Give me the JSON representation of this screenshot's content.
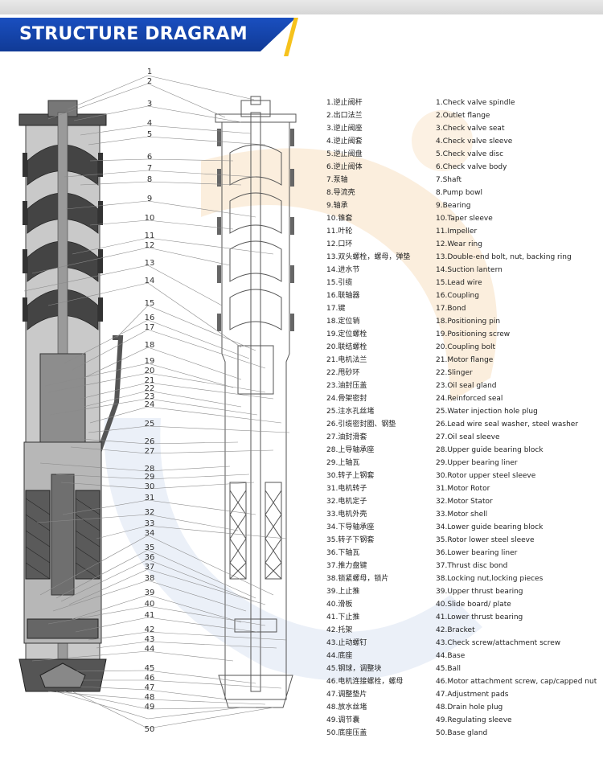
{
  "banner": {
    "title": "STRUCTURE DRAGRAM"
  },
  "callout_numbers": [
    "1",
    "2",
    "3",
    "4",
    "5",
    "6",
    "7",
    "8",
    "9",
    "10",
    "11",
    "12",
    "13",
    "14",
    "15",
    "16",
    "17",
    "18",
    "19",
    "20",
    "21",
    "22",
    "23",
    "24",
    "25",
    "26",
    "27",
    "28",
    "29",
    "30",
    "31",
    "32",
    "33",
    "34",
    "35",
    "36",
    "37",
    "38",
    "39",
    "40",
    "41",
    "42",
    "43",
    "44",
    "45",
    "46",
    "47",
    "48",
    "49",
    "50"
  ],
  "parts": [
    {
      "zh": "1.逆止阀杆",
      "en": "1.Check valve spindle"
    },
    {
      "zh": "2.出口法兰",
      "en": "2.Outlet flange"
    },
    {
      "zh": "3.逆止阀座",
      "en": "3.Check valve seat"
    },
    {
      "zh": "4.逆止阀套",
      "en": "4.Check valve sleeve"
    },
    {
      "zh": "5.逆止阀盘",
      "en": "5.Check valve disc"
    },
    {
      "zh": "6.逆止阀体",
      "en": "6.Check valve body"
    },
    {
      "zh": "7.泵轴",
      "en": "7.Shaft"
    },
    {
      "zh": "8.导流壳",
      "en": "8.Pump bowl"
    },
    {
      "zh": "9.轴承",
      "en": "9.Bearing"
    },
    {
      "zh": "10.锥套",
      "en": "10.Taper sleeve"
    },
    {
      "zh": "11.叶轮",
      "en": "11.Impeller"
    },
    {
      "zh": "12.口环",
      "en": "12.Wear ring"
    },
    {
      "zh": "13.双头螺栓，螺母，弹垫",
      "en": "13.Double-end bolt, nut, backing ring"
    },
    {
      "zh": "14.进水节",
      "en": "14.Suction lantern"
    },
    {
      "zh": "15.引缆",
      "en": "15.Lead wire"
    },
    {
      "zh": "16.联轴器",
      "en": "16.Coupling"
    },
    {
      "zh": "17.键",
      "en": "17.Bond"
    },
    {
      "zh": "18.定位销",
      "en": "18.Positioning pin"
    },
    {
      "zh": "19.定位螺栓",
      "en": "19.Positioning screw"
    },
    {
      "zh": "20.联结螺栓",
      "en": "20.Coupling bolt"
    },
    {
      "zh": "21.电机法兰",
      "en": "21.Motor flange"
    },
    {
      "zh": "22.甩砂环",
      "en": "22.Slinger"
    },
    {
      "zh": "23.油封压盖",
      "en": "23.Oil seal gland"
    },
    {
      "zh": "24.骨架密封",
      "en": "24.Reinforced seal"
    },
    {
      "zh": "25.注水孔丝堵",
      "en": "25.Water injection hole plug"
    },
    {
      "zh": "26.引缆密封圈、钢垫",
      "en": "26.Lead wire seal washer, steel washer"
    },
    {
      "zh": "27.油封滑套",
      "en": "27.Oil seal sleeve"
    },
    {
      "zh": "28.上导轴承座",
      "en": "28.Upper guide bearing block"
    },
    {
      "zh": "29.上轴瓦",
      "en": "29.Upper bearing liner"
    },
    {
      "zh": "30.转子上钢套",
      "en": "30.Rotor upper steel sleeve"
    },
    {
      "zh": "31.电机转子",
      "en": "31.Motor Rotor"
    },
    {
      "zh": "32.电机定子",
      "en": "32.Motor Stator"
    },
    {
      "zh": "33.电机外壳",
      "en": "33.Motor shell"
    },
    {
      "zh": "34.下导轴承座",
      "en": "34.Lower guide bearing block"
    },
    {
      "zh": "35.转子下钢套",
      "en": "35.Rotor lower steel sleeve"
    },
    {
      "zh": "36.下轴瓦",
      "en": "36.Lower bearing liner"
    },
    {
      "zh": "37.推力盘键",
      "en": "37.Thrust disc bond"
    },
    {
      "zh": "38.锁紧螺母，锁片",
      "en": "38.Locking nut,locking pieces"
    },
    {
      "zh": "39.上止推",
      "en": "39.Upper thrust bearing"
    },
    {
      "zh": "40.滑板",
      "en": "40.Slide board/ plate"
    },
    {
      "zh": "41.下止推",
      "en": "41.Lower thrust bearing"
    },
    {
      "zh": "42.托架",
      "en": "42.Bracket"
    },
    {
      "zh": "43.止动螺钉",
      "en": "43.Check screw/attachment screw"
    },
    {
      "zh": "44.底座",
      "en": "44.Base"
    },
    {
      "zh": "45.钢球，调整块",
      "en": "45.Ball"
    },
    {
      "zh": "46.电机连接螺栓，螺母",
      "en": "46.Motor attachment screw, cap/capped nut"
    },
    {
      "zh": "47.调整垫片",
      "en": "47.Adjustment pads"
    },
    {
      "zh": "48.放水丝堵",
      "en": "48.Drain hole plug"
    },
    {
      "zh": "49.调节囊",
      "en": "49.Regulating sleeve"
    },
    {
      "zh": "50.底座压盖",
      "en": "50.Base gland"
    }
  ]
}
